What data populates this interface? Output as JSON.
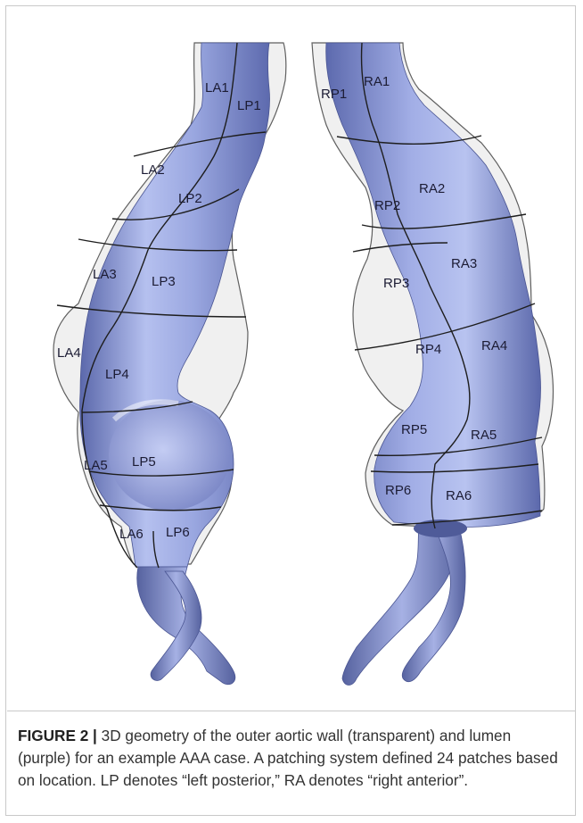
{
  "figure": {
    "label": "FIGURE 2 |",
    "caption": " 3D geometry of the outer aortic wall (transparent) and lumen (purple) for an example AAA case. A patching system defined 24 patches based on location. LP denotes “left posterior,” RA denotes “right anterior”.",
    "colors": {
      "lumen": "#8f9dd9",
      "lumen_dark": "#5a67a8",
      "wall": "#d9d9d9",
      "outline": "#2a2a2a"
    }
  },
  "left_view": {
    "patches": [
      "LA1",
      "LP1",
      "LA2",
      "LP2",
      "LA3",
      "LP3",
      "LA4",
      "LP4",
      "LA5",
      "LP5",
      "LA6",
      "LP6"
    ]
  },
  "right_view": {
    "patches": [
      "RP1",
      "RA1",
      "RP2",
      "RA2",
      "RP3",
      "RA3",
      "RP4",
      "RA4",
      "RP5",
      "RA5",
      "RP6",
      "RA6"
    ]
  }
}
